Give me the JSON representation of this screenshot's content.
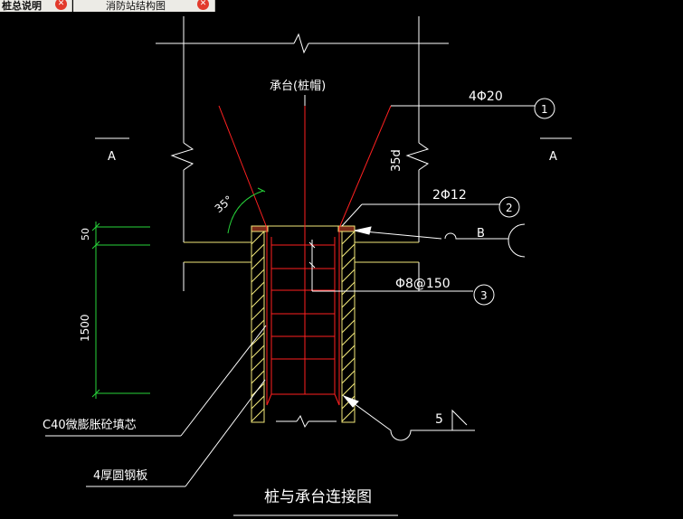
{
  "tabs": [
    {
      "label": "桩总说明"
    },
    {
      "label": "消防站结构图"
    }
  ],
  "drawing": {
    "cap_label": "承台(桩帽)",
    "rebar_1": "4Φ20",
    "rebar_2": "2Φ12",
    "rebar_3": "Φ8@150",
    "marker_1": "1",
    "marker_2": "2",
    "marker_3": "3",
    "section_left": "A",
    "section_right": "A",
    "anchor_length": "35d",
    "angle": "35°",
    "dim_top": "50",
    "dim_height": "1500",
    "detail_ref": "B",
    "weld_size": "5",
    "fill_note": "C40微膨胀砼填芯",
    "plate_note": "4厚圆钢板",
    "title": "桩与承台连接图"
  },
  "colors": {
    "background": "#000000",
    "rebar_red": "#ff2020",
    "outline_yellow": "#f2e87a",
    "dim_green": "#27d43a",
    "line_white": "#ffffff"
  }
}
